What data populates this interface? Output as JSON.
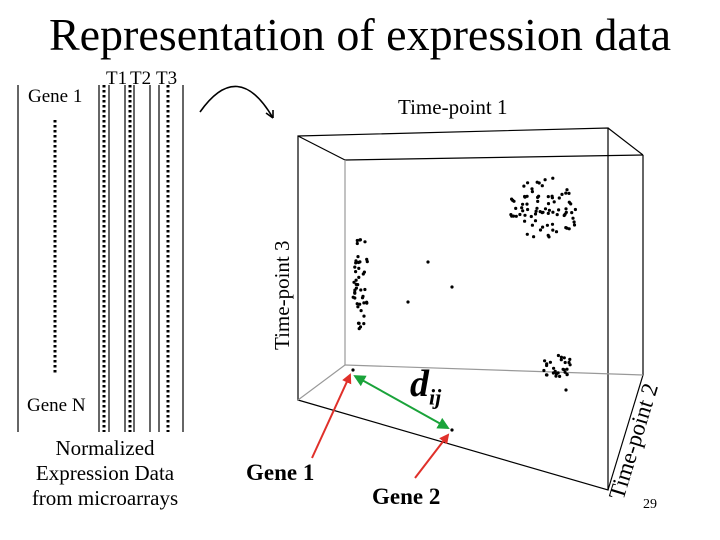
{
  "title": "Representation of expression data",
  "matrix": {
    "column_labels": [
      "T1",
      "T2",
      "T3"
    ],
    "row_first": "Gene 1",
    "row_last": "Gene N",
    "caption_lines": [
      "Normalized",
      "Expression Data",
      "from microarrays"
    ]
  },
  "plot3d": {
    "axis_top": "Time-point 1",
    "axis_left": "Time-point 3",
    "axis_right": "Time-point 2",
    "distance_label": "d",
    "distance_subscript": "ij",
    "pointer_labels": [
      "Gene 1",
      "Gene 2"
    ]
  },
  "page_number": "29",
  "colors": {
    "arrow": "#e0302a",
    "distance": "#1aa33a"
  }
}
